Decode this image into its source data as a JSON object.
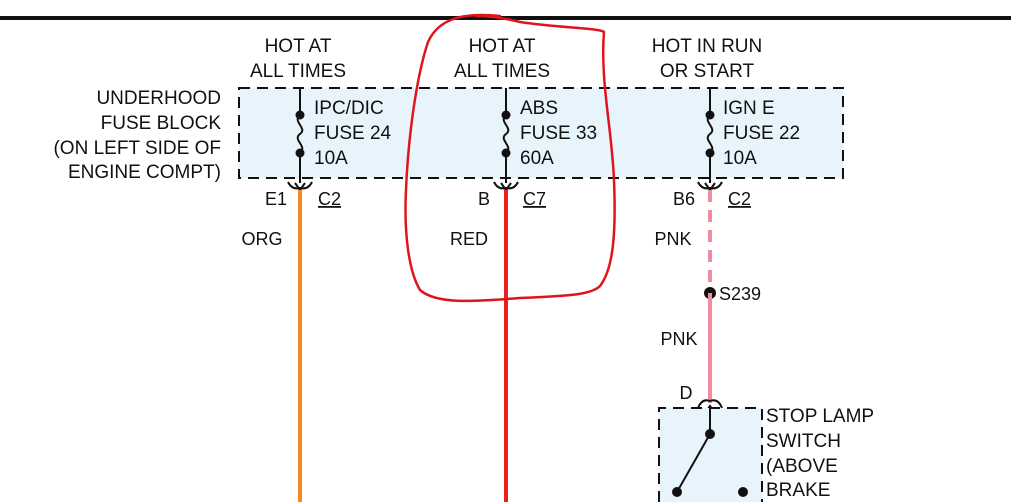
{
  "supply_labels": {
    "left": [
      "HOT AT",
      "ALL TIMES"
    ],
    "middle": [
      "HOT AT",
      "ALL TIMES"
    ],
    "right": [
      "HOT IN RUN",
      "OR START"
    ]
  },
  "fuse_block_label": [
    "UNDERHOOD",
    "FUSE BLOCK",
    "(ON LEFT SIDE OF",
    "ENGINE COMPT)"
  ],
  "fuses": [
    {
      "name": "IPC/DIC",
      "fuse": "FUSE 24",
      "rating": "10A",
      "pin": "E1",
      "connector": "C2",
      "wire_color_name": "ORG",
      "wire_color": "#f58a1f"
    },
    {
      "name": "ABS",
      "fuse": "FUSE 33",
      "rating": "60A",
      "pin": "B",
      "connector": "C7",
      "wire_color_name": "RED",
      "wire_color": "#e8201e"
    },
    {
      "name": "IGN E",
      "fuse": "FUSE 22",
      "rating": "10A",
      "pin": "B6",
      "connector": "C2",
      "wire_color_name": "PNK",
      "wire_color": "#f28ba0"
    }
  ],
  "splice": {
    "label": "S239"
  },
  "lower_wire_label": "PNK",
  "switch": {
    "pin": "D",
    "label": [
      "STOP LAMP",
      "SWITCH",
      "(ABOVE",
      "BRAKE"
    ]
  },
  "colors": {
    "fuse_block_fill": "#e8f4fc",
    "annotation": "#e0151b",
    "line": "#111111"
  }
}
